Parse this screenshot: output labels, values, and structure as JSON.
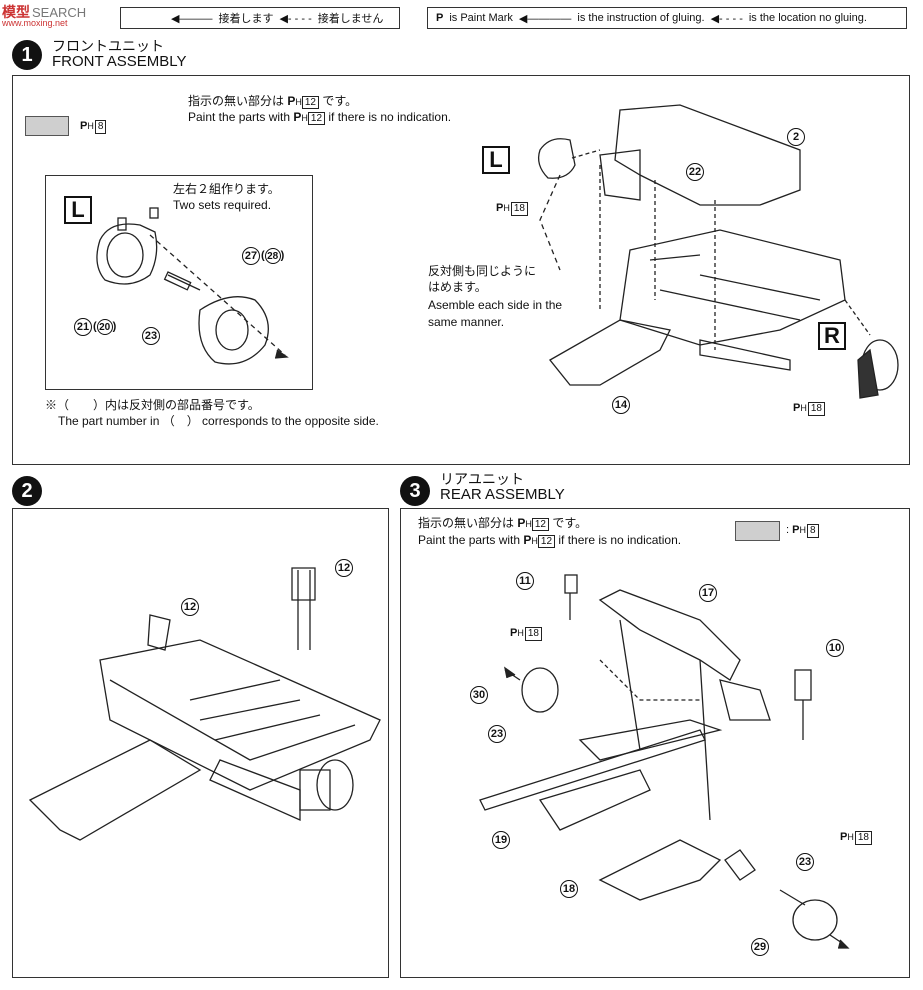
{
  "watermark": {
    "brand": "模型",
    "search": "SEARCH",
    "url": "www.moxing.net"
  },
  "legend_jp": {
    "glued": "接着します",
    "not_glued": "接着しません"
  },
  "legend_en": {
    "paint_mark": "is Paint Mark",
    "gluing": "is the instruction of gluing.",
    "no_gluing": "is the location no gluing."
  },
  "paint_symbol": "P",
  "step1": {
    "number": "1",
    "title_jp": "フロントユニット",
    "title_en": "FRONT ASSEMBLY",
    "note_jp": "指示の無い部分は P H 12 です。",
    "note_en": "Paint the parts with P H 12 if there is no indication.",
    "swatch_label": "H",
    "swatch_num": "8",
    "sub_note_jp": "左右２組作ります。",
    "sub_note_en": "Two sets required.",
    "left_label": "L",
    "right_label": "R",
    "side_note_jp1": "反対側も同じように",
    "side_note_jp2": "はめます。",
    "side_note_en1": "Asemble each side in the",
    "side_note_en2": "same manner.",
    "paint_L": "18",
    "paint_R": "18",
    "footnote_jp": "※（　　）内は反対側の部品番号です。",
    "footnote_en": "The part number in （　） corresponds to the opposite side.",
    "parts": {
      "p2": "2",
      "p22": "22",
      "p14": "14",
      "p27": "27",
      "p28": "28",
      "p21": "21",
      "p20": "20",
      "p23": "23"
    }
  },
  "step2": {
    "number": "2",
    "parts": {
      "a": "12",
      "b": "12"
    }
  },
  "step3": {
    "number": "3",
    "title_jp": "リアユニット",
    "title_en": "REAR ASSEMBLY",
    "note_jp": "指示の無い部分は P H 12 です。",
    "note_en": "Paint the parts with P H 12 if there is no indication.",
    "swatch_num": "8",
    "paint_a": "18",
    "paint_b": "18",
    "parts": {
      "p11": "11",
      "p17": "17",
      "p10": "10",
      "p30": "30",
      "p23a": "23",
      "p19": "19",
      "p18": "18",
      "p23b": "23",
      "p29": "29"
    }
  }
}
